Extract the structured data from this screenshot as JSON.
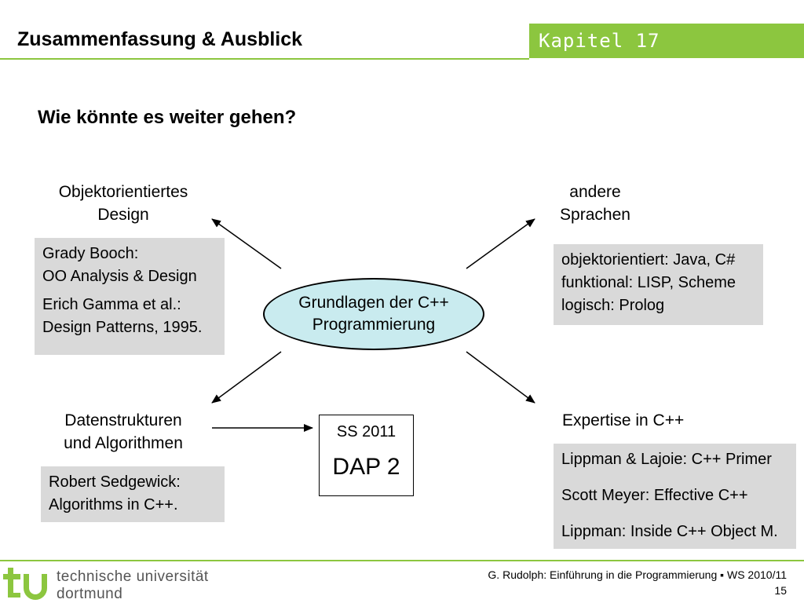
{
  "header": {
    "title": "Zusammenfassung & Ausblick",
    "chapter": "Kapitel 17"
  },
  "subtitle": "Wie könnte es weiter gehen?",
  "center": {
    "line1": "Grundlagen der C++",
    "line2": "Programmierung"
  },
  "topics": {
    "ood": {
      "heading_line1": "Objektorientiertes",
      "heading_line2": "Design",
      "refs": [
        {
          "line1": "Grady Booch:",
          "line2": "OO Analysis & Design"
        },
        {
          "line1": "Erich Gamma et al.:",
          "line2": "Design Patterns, 1995."
        }
      ]
    },
    "languages": {
      "heading_line1": "andere",
      "heading_line2": "Sprachen",
      "items": [
        "objektorientiert: Java, C#",
        "funktional: LISP, Scheme",
        "logisch: Prolog"
      ]
    },
    "algorithms": {
      "heading_line1": "Datenstrukturen",
      "heading_line2": "und Algorithmen",
      "refs": [
        {
          "line1": "Robert Sedgewick:",
          "line2": "Algorithms in C++."
        }
      ]
    },
    "expertise": {
      "heading": "Expertise in C++",
      "items": [
        "Lippman & Lajoie: C++ Primer",
        "Scott Meyer: Effective C++",
        "Lippman: Inside C++ Object M."
      ]
    }
  },
  "dap": {
    "semester": "SS 2011",
    "course": "DAP 2"
  },
  "footer": {
    "uni_line1": "technische universität",
    "uni_line2": "dortmund",
    "credit": "G. Rudolph: Einführung in die Programmierung ▪ WS 2010/11",
    "page": "15"
  },
  "colors": {
    "accent": "#8cc63f",
    "box_gray": "#d9d9d9",
    "ellipse_fill": "#c9ebef"
  }
}
